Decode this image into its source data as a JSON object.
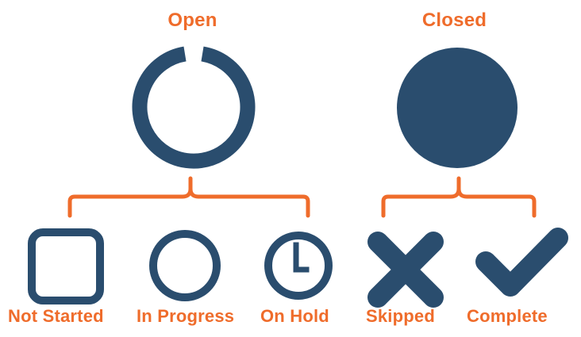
{
  "groups": {
    "open": {
      "label": "Open",
      "icon": "open-ring-icon",
      "statuses": [
        {
          "label": "Not Started",
          "icon": "square-outline-icon"
        },
        {
          "label": "In Progress",
          "icon": "circle-outline-icon"
        },
        {
          "label": "On Hold",
          "icon": "clock-icon"
        }
      ]
    },
    "closed": {
      "label": "Closed",
      "icon": "filled-circle-icon",
      "statuses": [
        {
          "label": "Skipped",
          "icon": "x-mark-icon"
        },
        {
          "label": "Complete",
          "icon": "checkmark-icon"
        }
      ]
    }
  },
  "colors": {
    "label": "#ef6c2b",
    "bracket": "#ef6c2b",
    "icon": "#2a4d6e"
  }
}
